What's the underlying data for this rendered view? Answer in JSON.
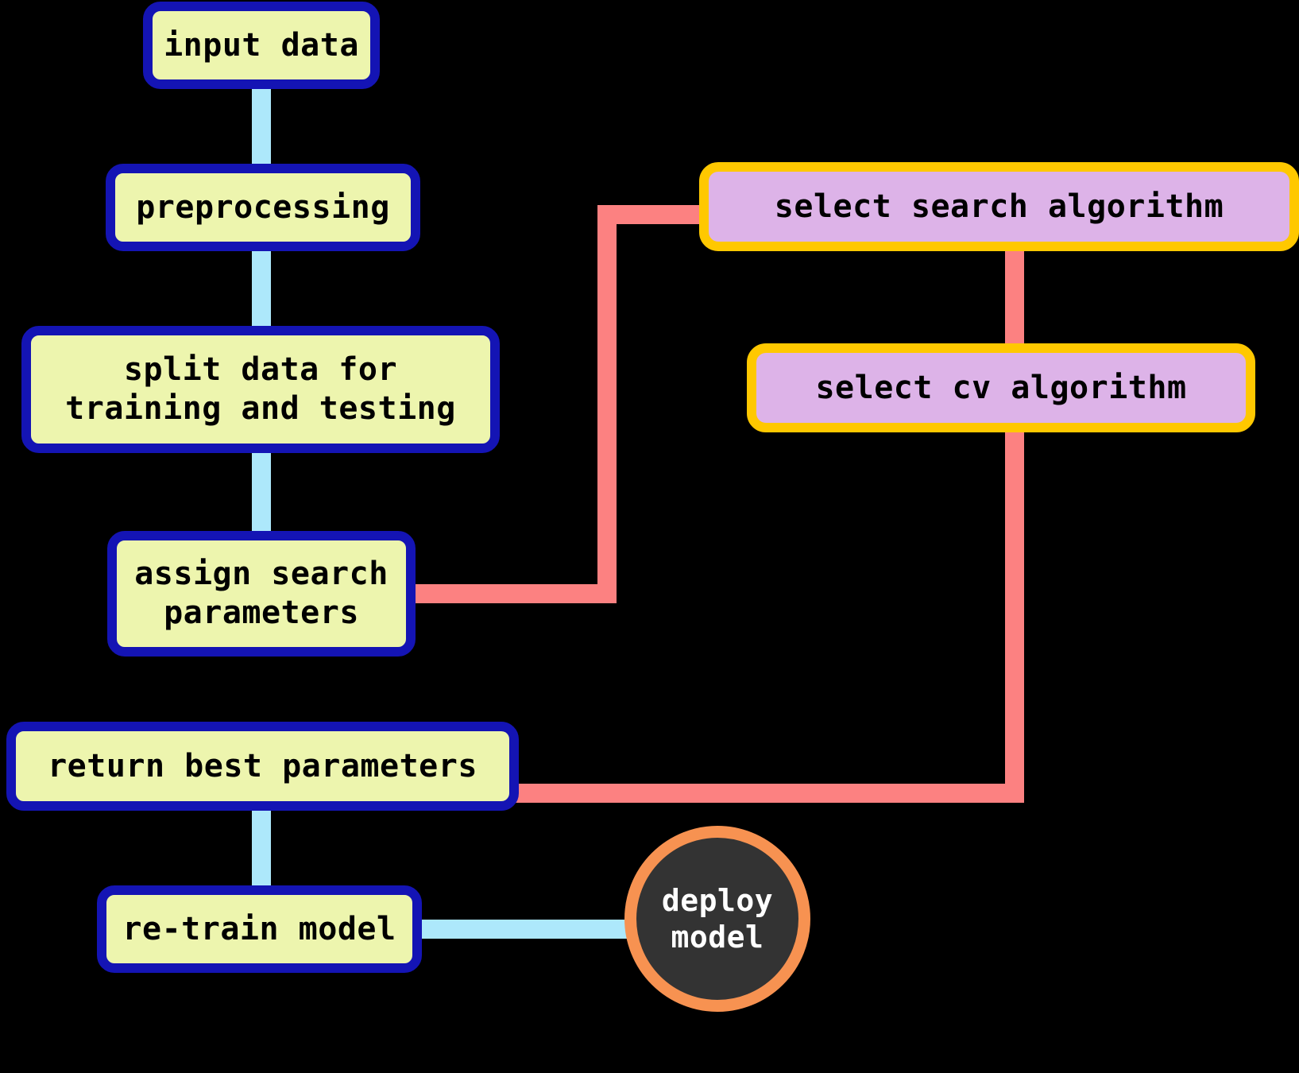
{
  "diagram": {
    "title": "machine learning model tuning pipeline flowchart",
    "background_color": "#000000",
    "nodes": [
      {
        "id": "input-data",
        "label": "input data",
        "shape": "rounded-rectangle",
        "fill": "#EDF5AE",
        "border": "#1414B4",
        "text_color": "#000000"
      },
      {
        "id": "preprocessing",
        "label": "preprocessing",
        "shape": "rounded-rectangle",
        "fill": "#EDF5AE",
        "border": "#1414B4",
        "text_color": "#000000"
      },
      {
        "id": "split-data",
        "label": "split data for\ntraining and testing",
        "shape": "rounded-rectangle",
        "fill": "#EDF5AE",
        "border": "#1414B4",
        "text_color": "#000000"
      },
      {
        "id": "assign-search-parameters",
        "label": "assign search\nparameters",
        "shape": "rounded-rectangle",
        "fill": "#EDF5AE",
        "border": "#1414B4",
        "text_color": "#000000"
      },
      {
        "id": "return-best-parameters",
        "label": "return best parameters",
        "shape": "rounded-rectangle",
        "fill": "#EDF5AE",
        "border": "#1414B4",
        "text_color": "#000000"
      },
      {
        "id": "re-train-model",
        "label": "re-train model",
        "shape": "rounded-rectangle",
        "fill": "#EDF5AE",
        "border": "#1414B4",
        "text_color": "#000000"
      },
      {
        "id": "select-search-algorithm",
        "label": "select search algorithm",
        "shape": "rounded-rectangle",
        "fill": "#DDB3E8",
        "border": "#FFC800",
        "text_color": "#000000"
      },
      {
        "id": "select-cv-algorithm",
        "label": "select cv algorithm",
        "shape": "rounded-rectangle",
        "fill": "#DDB3E8",
        "border": "#FFC800",
        "text_color": "#000000"
      },
      {
        "id": "deploy-model",
        "label": "deploy\nmodel",
        "shape": "circle",
        "fill": "#333333",
        "border": "#F79251",
        "text_color": "#FFFFFF"
      }
    ],
    "edges": [
      {
        "id": "e1",
        "from": "input-data",
        "to": "preprocessing",
        "color": "#ADE8FB"
      },
      {
        "id": "e2",
        "from": "preprocessing",
        "to": "split-data",
        "color": "#ADE8FB"
      },
      {
        "id": "e3",
        "from": "split-data",
        "to": "assign-search-parameters",
        "color": "#ADE8FB"
      },
      {
        "id": "e4",
        "from": "assign-search-parameters",
        "to": "select-search-algorithm",
        "color": "#FC8181"
      },
      {
        "id": "e5",
        "from": "select-search-algorithm",
        "to": "select-cv-algorithm",
        "color": "#FC8181"
      },
      {
        "id": "e6",
        "from": "select-cv-algorithm",
        "to": "return-best-parameters",
        "color": "#FC8181"
      },
      {
        "id": "e7",
        "from": "return-best-parameters",
        "to": "re-train-model",
        "color": "#ADE8FB"
      },
      {
        "id": "e8",
        "from": "re-train-model",
        "to": "deploy-model",
        "color": "#ADE8FB"
      }
    ],
    "palette": {
      "background": "#000000",
      "yellow_fill": "#EDF5AE",
      "blue_border": "#1414B4",
      "purple_fill": "#DDB3E8",
      "gold_border": "#FFC800",
      "light_blue_edge": "#ADE8FB",
      "red_edge": "#FC8181",
      "circle_fill": "#333333",
      "orange_border": "#F79251"
    }
  }
}
